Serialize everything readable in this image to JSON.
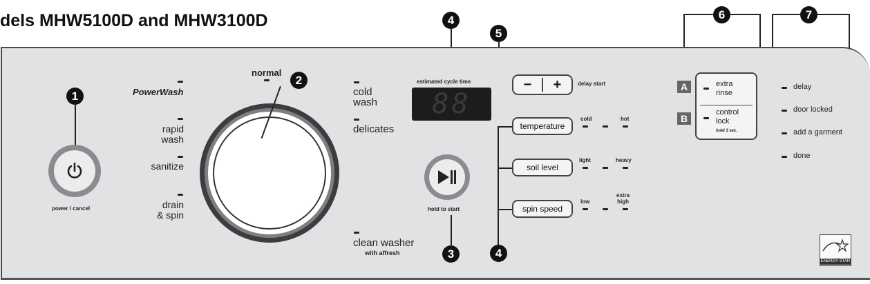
{
  "title": "dels MHW5100D and MHW3100D",
  "callouts": [
    "1",
    "2",
    "3",
    "4",
    "4",
    "5",
    "6",
    "7"
  ],
  "power": {
    "label": "power / cancel",
    "icon": "power-icon"
  },
  "cycles_left": {
    "powerwash": "PowerWash",
    "rapid_wash": "rapid\nwash",
    "sanitize": "sanitize",
    "drain_spin": "drain\n& spin",
    "normal": "normal"
  },
  "cycles_right": {
    "cold_wash": "cold\nwash",
    "delicates": "delicates",
    "clean_washer": "clean washer",
    "with_affresh": "with affresh"
  },
  "display": {
    "caption": "estimated cycle time",
    "digits": "88"
  },
  "start": {
    "label": "hold to start",
    "icon": "play-pause-icon"
  },
  "delay": {
    "minus": "−",
    "plus": "+",
    "label": "delay start"
  },
  "modifiers": [
    {
      "button": "temperature",
      "low": "cold",
      "high": "hot"
    },
    {
      "button": "soil level",
      "low": "light",
      "high": "heavy"
    },
    {
      "button": "spin speed",
      "low": "low",
      "high": "extra\nhigh"
    }
  ],
  "options": {
    "a_badge": "A",
    "b_badge": "B",
    "extra_rinse": "extra\nrinse",
    "control_lock": "control\nlock",
    "hold_note": "hold 3 sec."
  },
  "status": [
    "delay",
    "door locked",
    "add a garment",
    "done"
  ],
  "energy_star": "ENERGY STAR"
}
